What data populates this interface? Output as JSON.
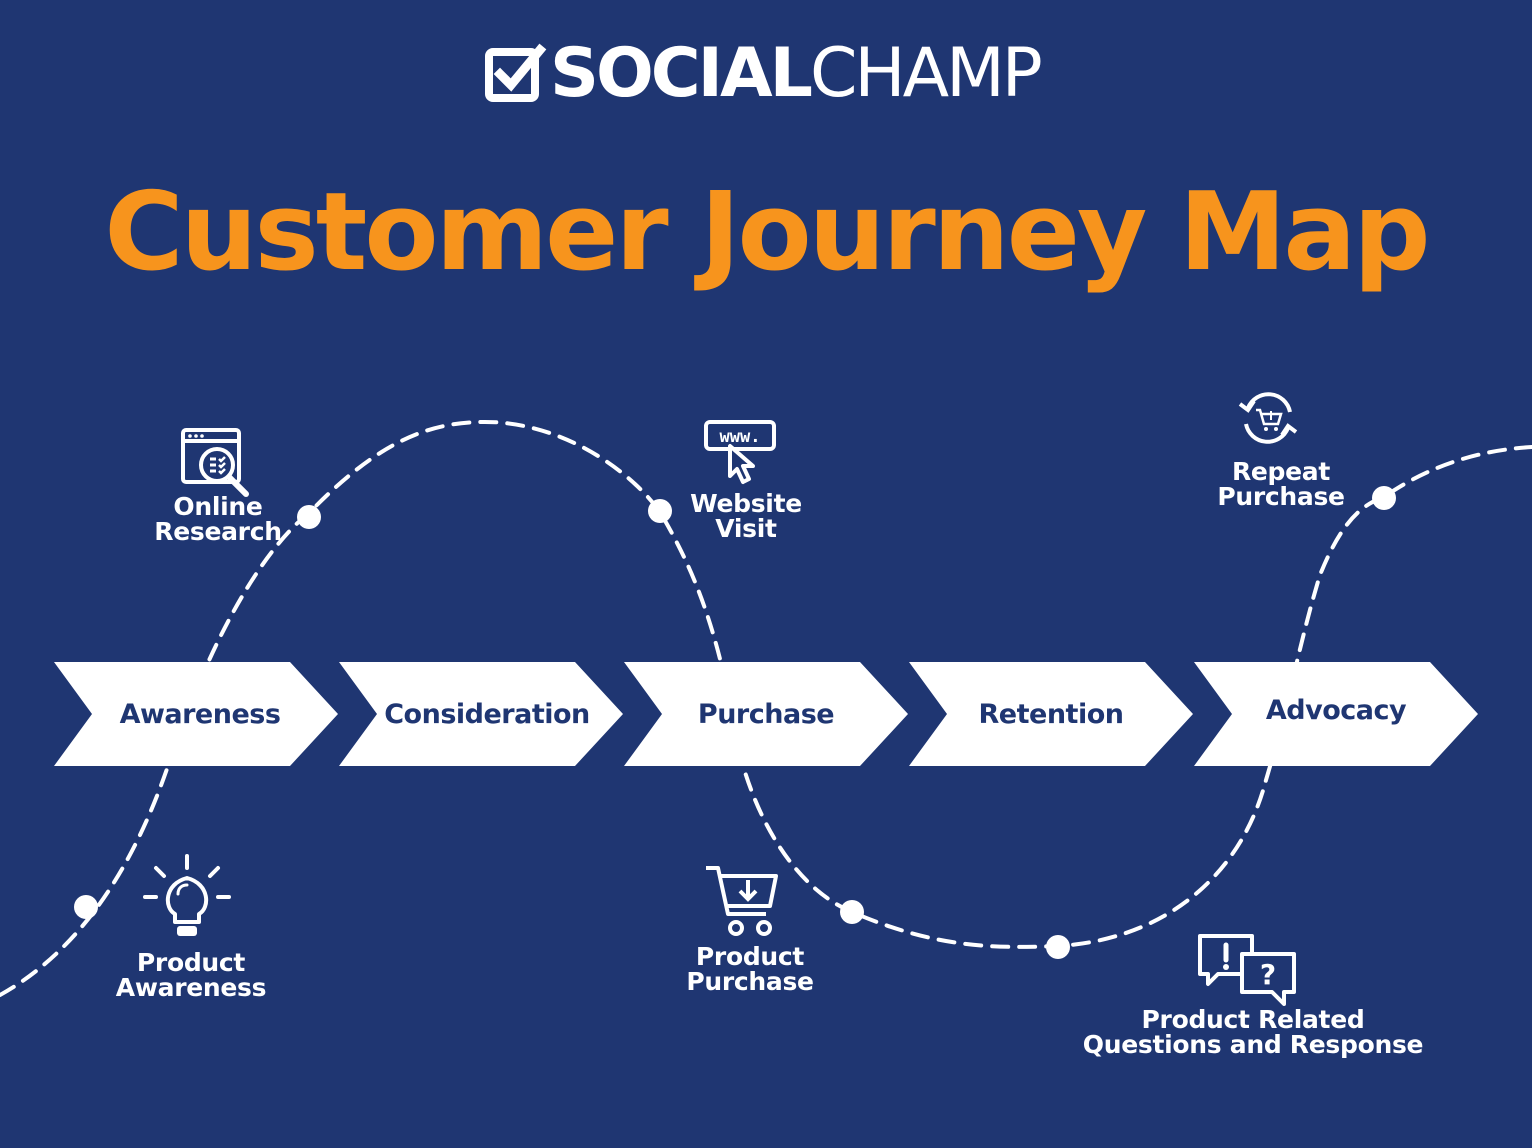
{
  "brand": {
    "name_bold": "SOCIAL",
    "name_light": "CHAMP",
    "text_color": "#ffffff"
  },
  "title": "Customer Journey Map",
  "colors": {
    "background": "#1f3672",
    "title": "#f7941d",
    "chevron_fill": "#ffffff",
    "chevron_text": "#1f3672",
    "path": "#ffffff"
  },
  "stages": [
    {
      "label": "Awareness"
    },
    {
      "label": "Consideration"
    },
    {
      "label": "Purchase"
    },
    {
      "label": "Retention"
    },
    {
      "label": "Advocacy"
    }
  ],
  "touchpoints": {
    "product_awareness": {
      "line1": "Product",
      "line2": "Awareness",
      "icon": "lightbulb-icon"
    },
    "online_research": {
      "line1": "Online",
      "line2": "Research",
      "icon": "browser-search-icon"
    },
    "website_visit": {
      "line1": "Website",
      "line2": "Visit",
      "icon": "www-cursor-icon"
    },
    "product_purchase": {
      "line1": "Product",
      "line2": "Purchase",
      "icon": "shopping-cart-icon"
    },
    "product_questions": {
      "line1": "Product Related",
      "line2": "Questions and Response",
      "icon": "chat-bubbles-icon"
    },
    "repeat_purchase": {
      "line1": "Repeat",
      "line2": "Purchase",
      "icon": "repeat-cart-icon"
    }
  }
}
